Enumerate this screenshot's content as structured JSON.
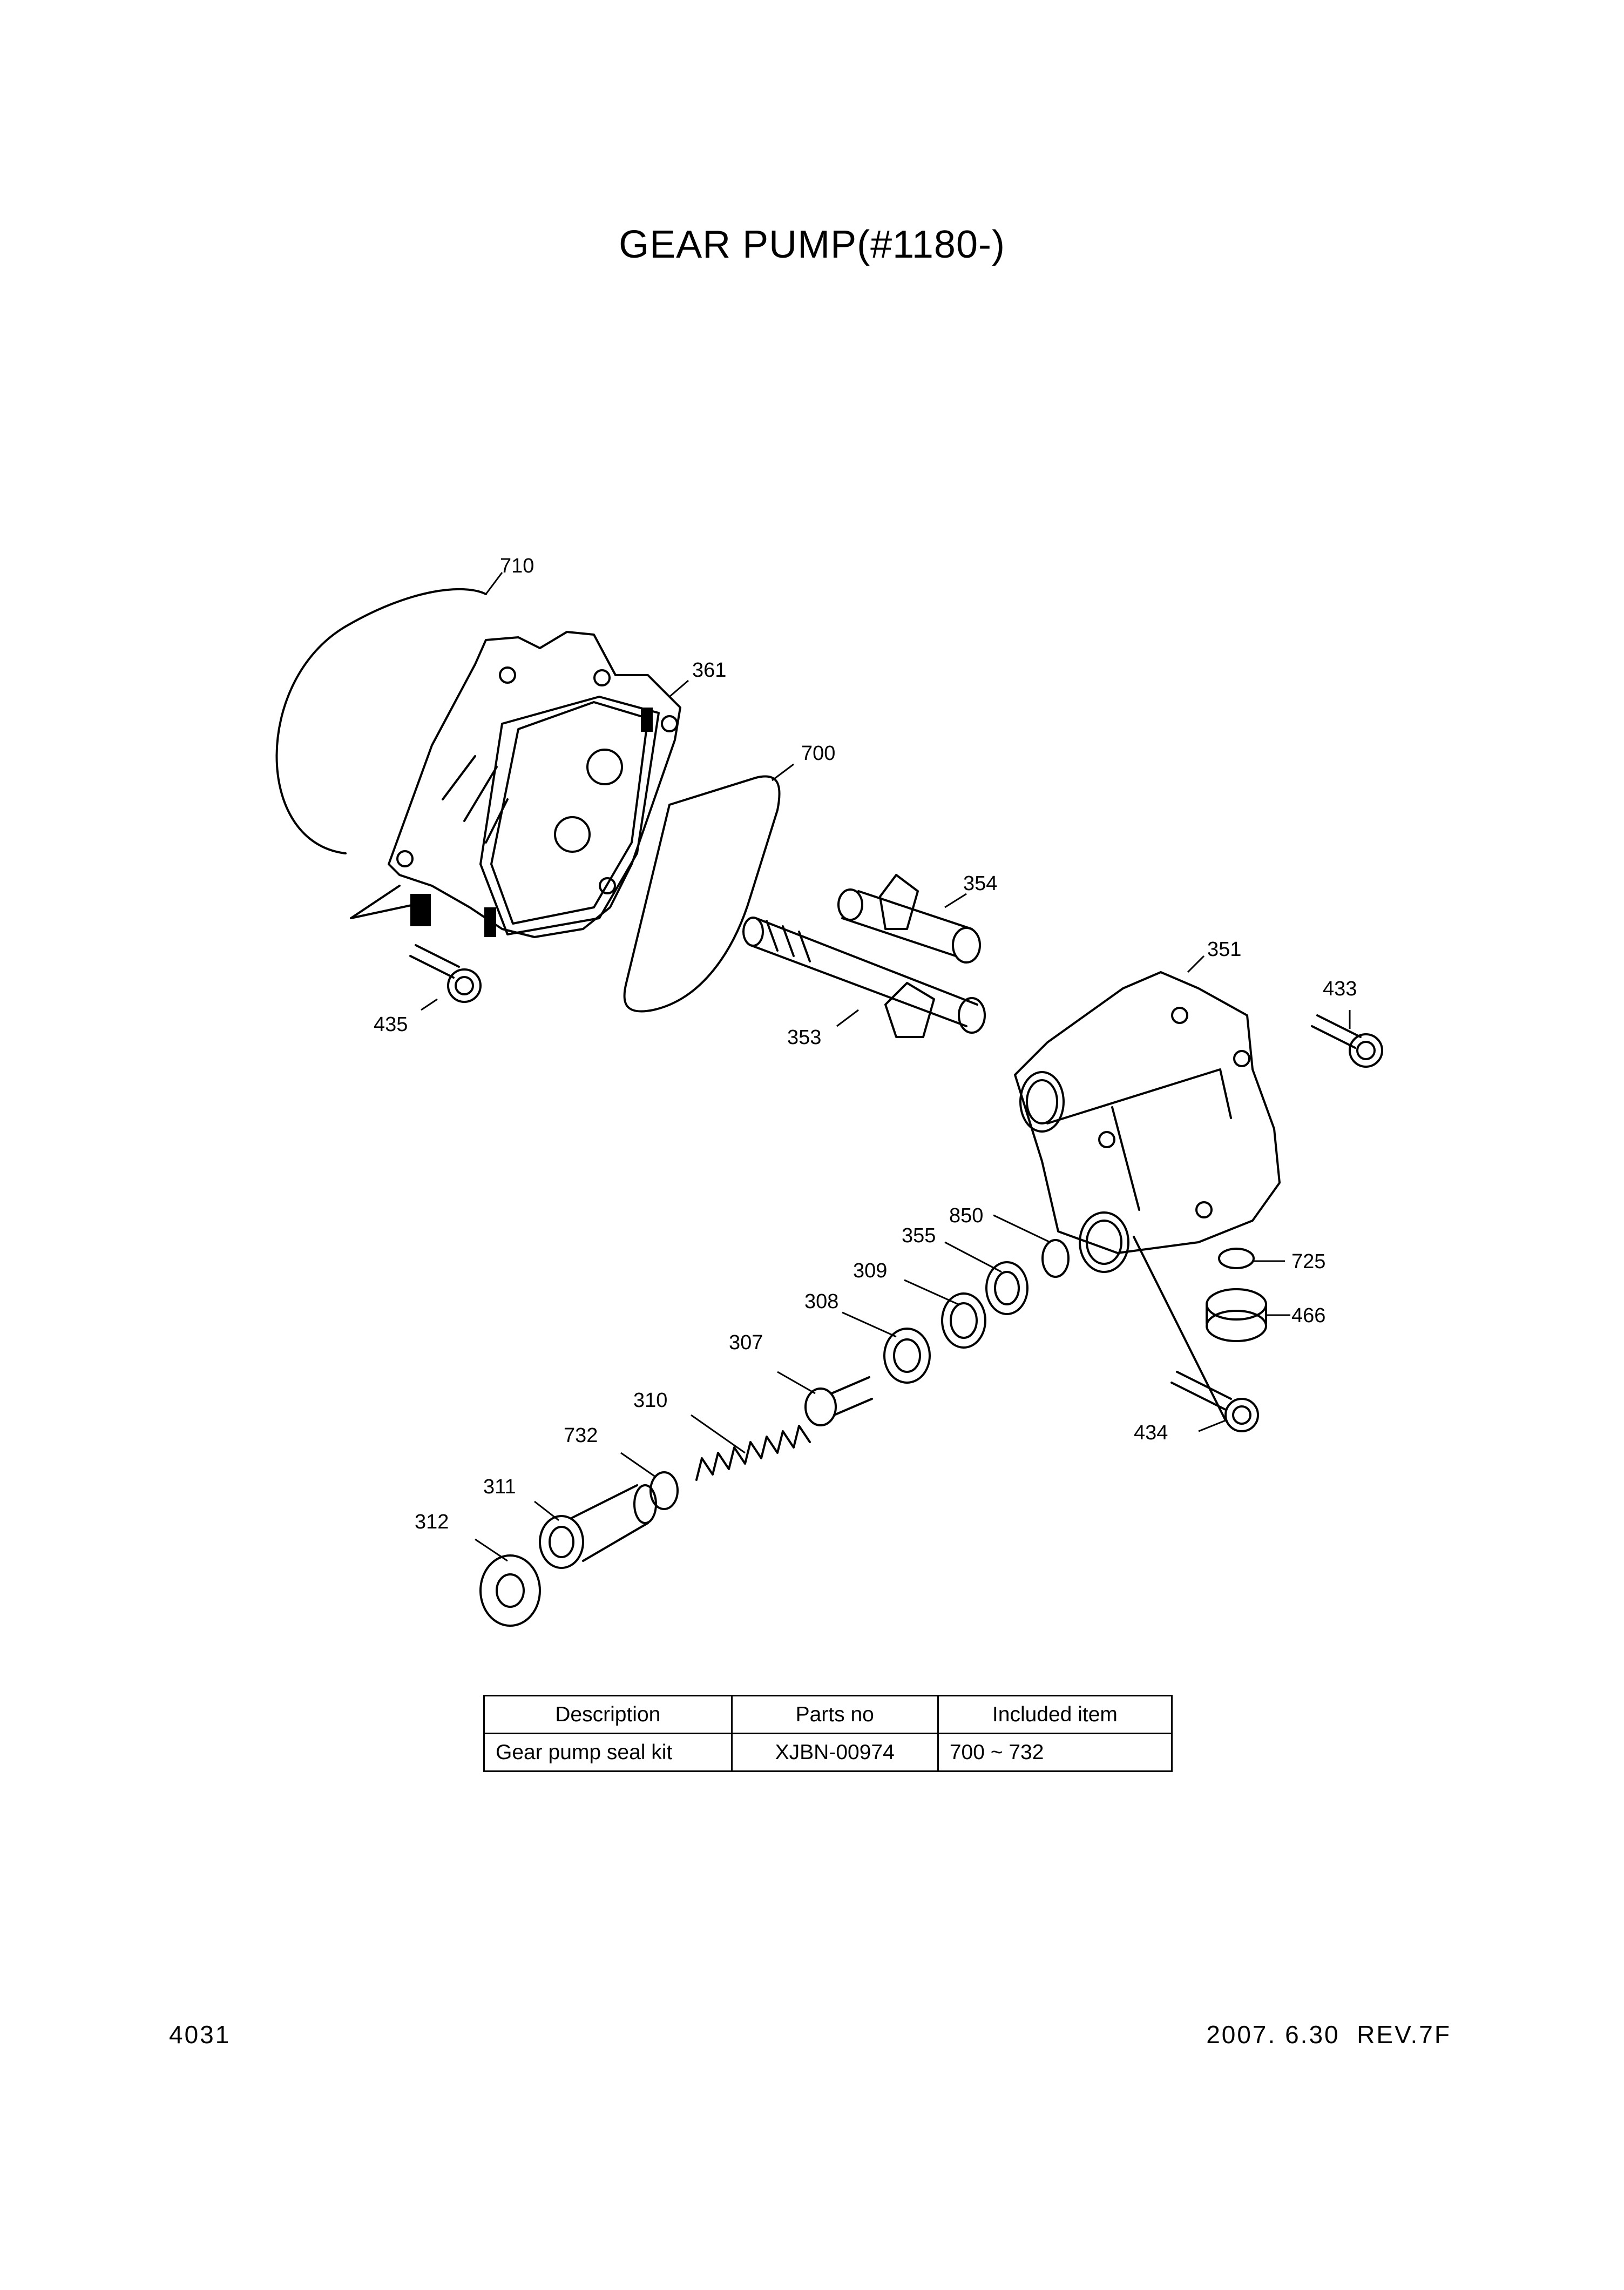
{
  "title": "GEAR PUMP(#1180-)",
  "callouts": [
    {
      "id": "710",
      "label": "710"
    },
    {
      "id": "361",
      "label": "361"
    },
    {
      "id": "700",
      "label": "700"
    },
    {
      "id": "354",
      "label": "354"
    },
    {
      "id": "351",
      "label": "351"
    },
    {
      "id": "433",
      "label": "433"
    },
    {
      "id": "435",
      "label": "435"
    },
    {
      "id": "353",
      "label": "353"
    },
    {
      "id": "850",
      "label": "850"
    },
    {
      "id": "355",
      "label": "355"
    },
    {
      "id": "725",
      "label": "725"
    },
    {
      "id": "309",
      "label": "309"
    },
    {
      "id": "466",
      "label": "466"
    },
    {
      "id": "308",
      "label": "308"
    },
    {
      "id": "307",
      "label": "307"
    },
    {
      "id": "310",
      "label": "310"
    },
    {
      "id": "434",
      "label": "434"
    },
    {
      "id": "732",
      "label": "732"
    },
    {
      "id": "311",
      "label": "311"
    },
    {
      "id": "312",
      "label": "312"
    }
  ],
  "kit_table": {
    "headers": [
      "Description",
      "Parts no",
      "Included item"
    ],
    "rows": [
      [
        "Gear pump seal kit",
        "XJBN-00974",
        "700 ~ 732"
      ]
    ]
  },
  "footer": {
    "page_number": "4031",
    "revision": "2007. 6.30  REV.7F"
  }
}
